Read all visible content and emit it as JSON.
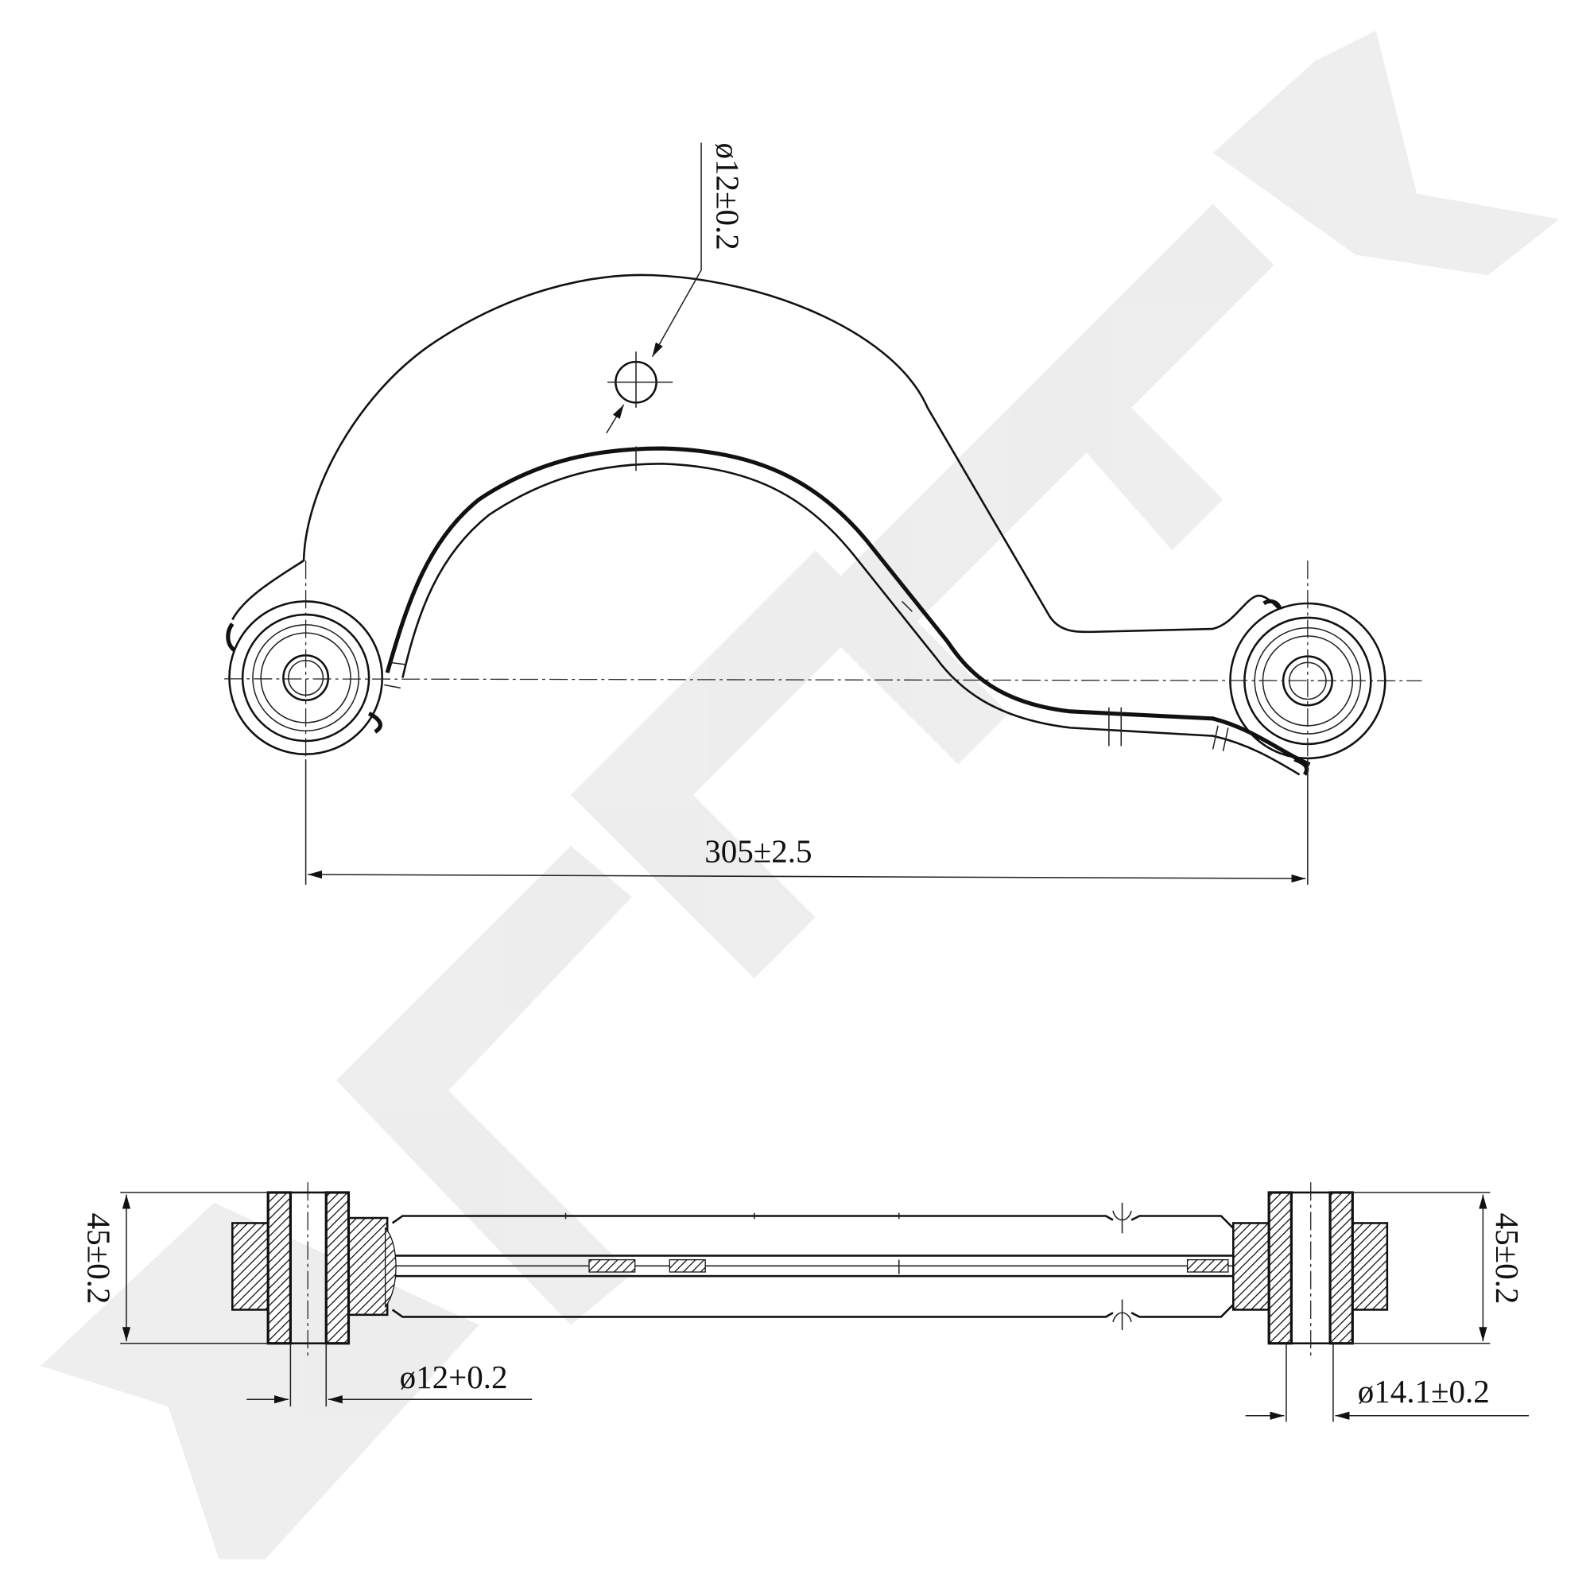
{
  "watermark": "ZENNEK",
  "colors": {
    "line": "#111111",
    "watermark": "#ececec",
    "background": "#ffffff"
  },
  "top_view": {
    "hole_diameter_label": "ø12±0.2",
    "center_distance_label": "305±2.5"
  },
  "side_view": {
    "left_width_label": "45±0.2",
    "right_width_label": "45±0.2",
    "left_bore_label": "ø12+0.2",
    "right_bore_label": "ø14.1±0.2"
  }
}
